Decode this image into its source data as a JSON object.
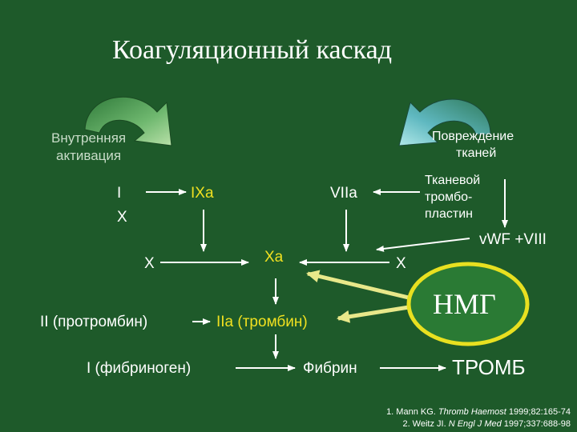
{
  "title": "Коагуляционный каскад",
  "intrinsic": {
    "line1": "Внутренняя",
    "line2": "активация"
  },
  "injury": {
    "line1": "Повреждение",
    "line2": "тканей"
  },
  "factors": {
    "ix_a": "I",
    "ix_b": "X",
    "ixa": "IXa",
    "viia": "VIIa",
    "tissue1": "Тканевой",
    "tissue2": "тромбо-",
    "tissue3": "пластин",
    "vwf": "vWF +VIII",
    "x_left": "X",
    "xa": "Xa",
    "x_right": "X",
    "prothrombin": "II (протромбин)",
    "thrombin": "IIa (тромбин)",
    "fibrinogen": "I (фибриноген)",
    "fibrin": "Фибрин",
    "thrombus": "ТРОМБ"
  },
  "nmg": "НМГ",
  "references": [
    {
      "pre": "1. Mann KG. ",
      "journal": "Thromb Haemost",
      "post": " 1999;82:165-74"
    },
    {
      "pre": "2. Weitz JI. ",
      "journal": "N Engl J Med",
      "post": " 1997;337:688-98"
    }
  ],
  "colors": {
    "background": "#1e5a2a",
    "text": "#ffffff",
    "highlight": "#f0e020",
    "nmg_circle": "#e8e020",
    "nmg_fill": "#2a7a34"
  }
}
